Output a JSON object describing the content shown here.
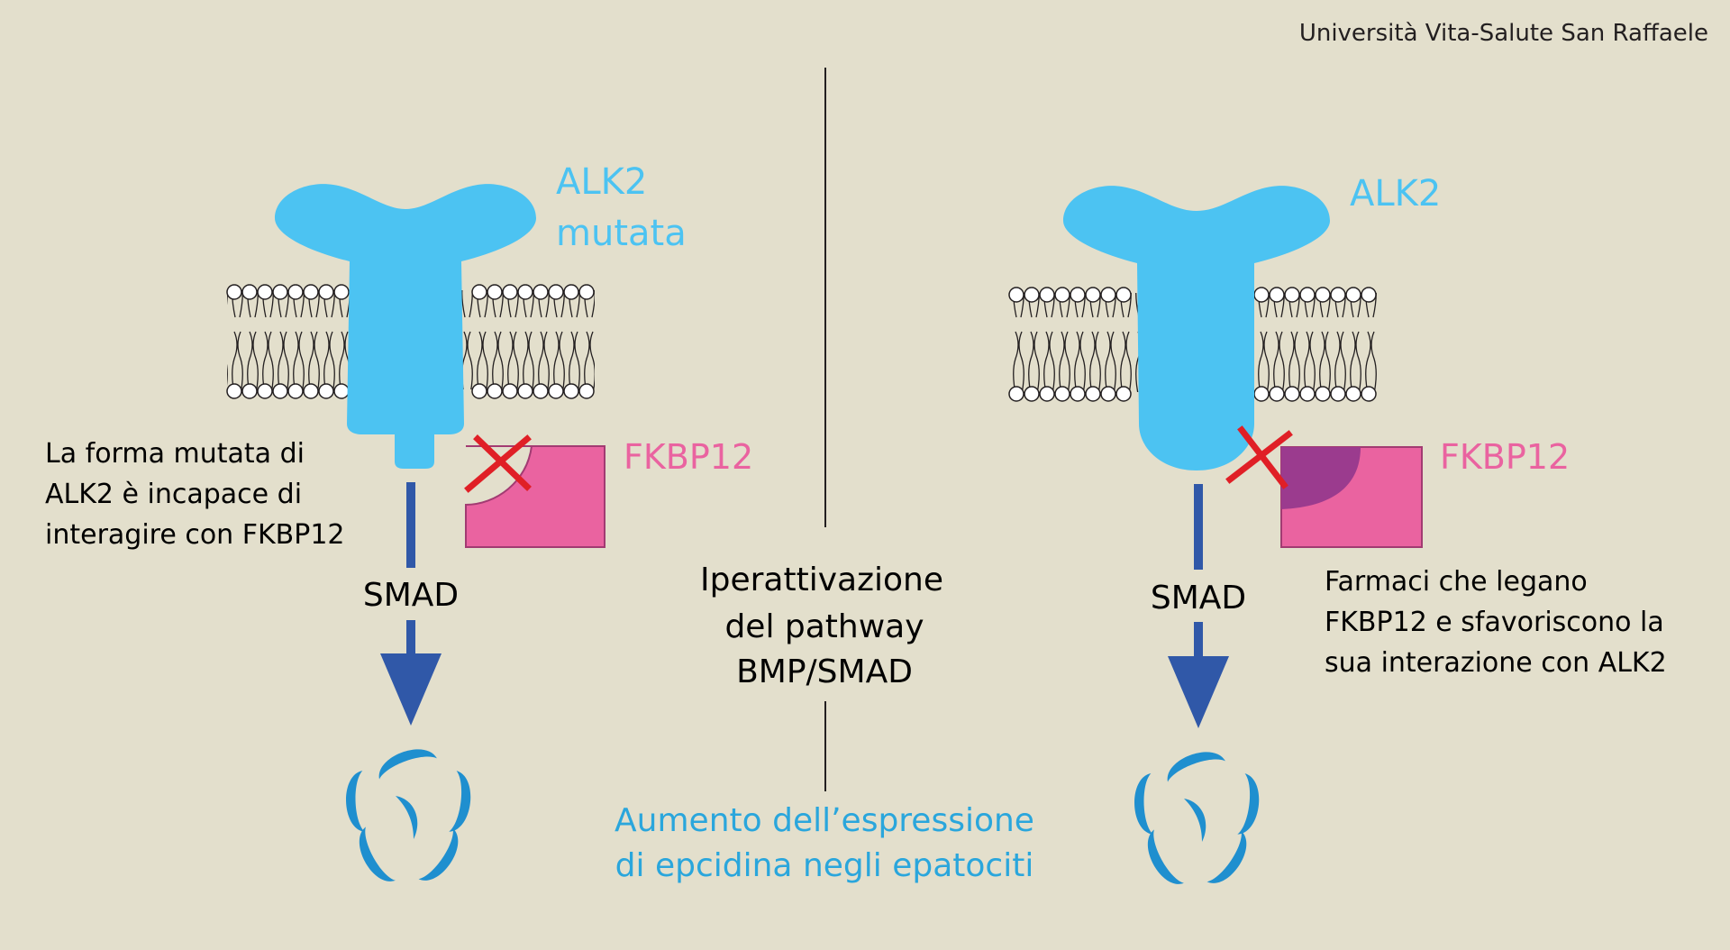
{
  "credit": "Università Vita-Salute San Raffaele",
  "left_panel": {
    "receptor_label_line1": "ALK2",
    "receptor_label_line2": "mutata",
    "fkbp_label": "FKBP12",
    "note_line1": "La forma mutata di",
    "note_line2": "ALK2 è incapace di",
    "note_line3": "interagire con FKBP12",
    "smad_label": "SMAD"
  },
  "center": {
    "pathway_line1": "Iperattivazione",
    "pathway_line2": "del pathway",
    "pathway_line3": "BMP/SMAD",
    "outcome_line1": "Aumento dell’espressione",
    "outcome_line2": "di epcidina negli epatociti"
  },
  "right_panel": {
    "receptor_label": "ALK2",
    "fkbp_label": "FKBP12",
    "note_line1": "Farmaci che legano",
    "note_line2": "FKBP12 e sfavoriscono la",
    "note_line3": "sua interazione con ALK2",
    "smad_label": "SMAD"
  },
  "colors": {
    "background": "#e3dfcc",
    "receptor": "#4cc3f2",
    "fkbp": "#ea63a0",
    "drug": "#9b3b8e",
    "block_x": "#e01f26",
    "arrow": "#3058a8",
    "smad_proteins": "#1f8fcf",
    "outcome_text": "#2aa6dc",
    "text": "#000000"
  },
  "icons": [
    "receptor-icon",
    "membrane-icon",
    "block-x-icon",
    "down-arrow-icon",
    "smad-cluster-icon"
  ]
}
